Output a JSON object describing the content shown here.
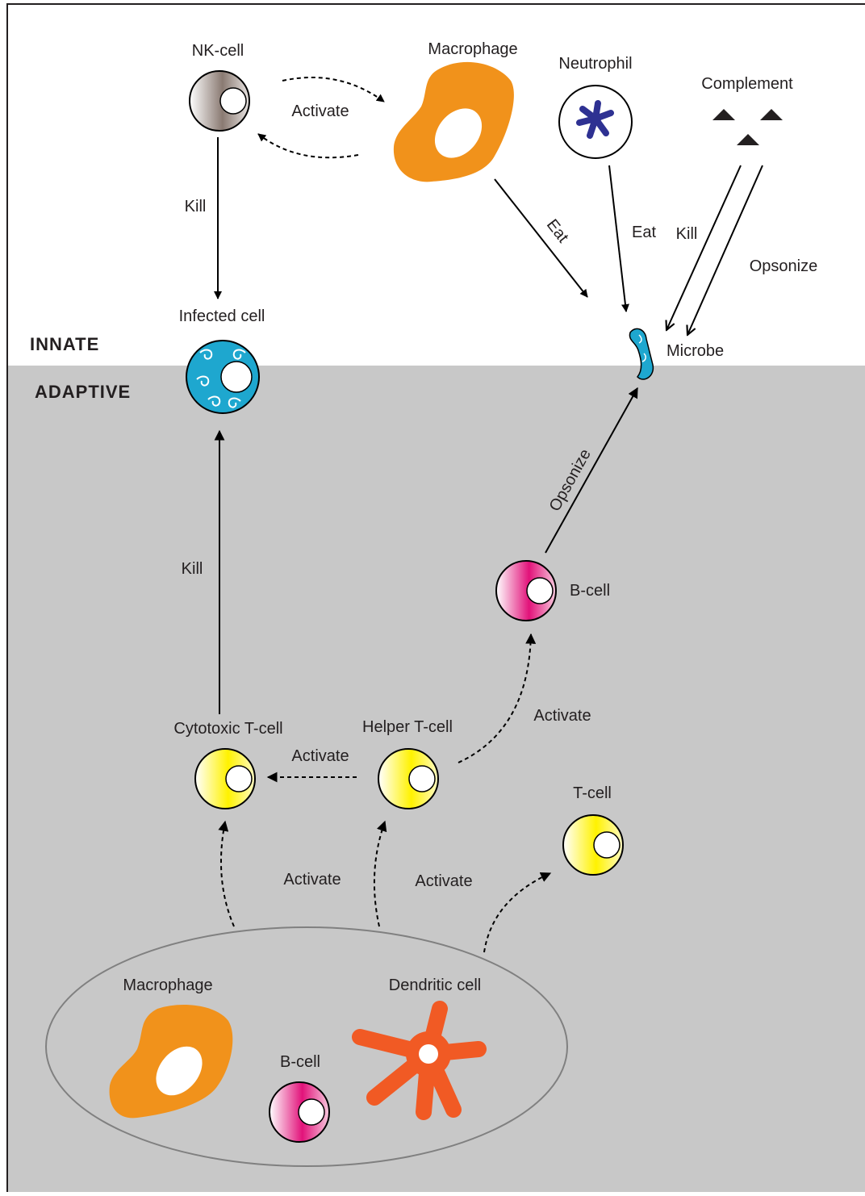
{
  "sections": {
    "innate": "INNATE",
    "adaptive": "ADAPTIVE"
  },
  "colors": {
    "adaptive_bg": "#c8c8c8",
    "macrophage": "#f1921b",
    "dendritic": "#f15a24",
    "infected": "#1ea7cf",
    "neutrophil_nucleus": "#2e3192",
    "bcell": "#e2127a",
    "tcell": "#fff200",
    "nk": "#8a7a72"
  },
  "cells": {
    "nk": "NK-cell",
    "macrophage_top": "Macrophage",
    "neutrophil": "Neutrophil",
    "complement": "Complement",
    "infected": "Infected cell",
    "microbe": "Microbe",
    "bcell": "B-cell",
    "cytotoxic": "Cytotoxic T-cell",
    "helper": "Helper T-cell",
    "tcell": "T-cell",
    "macrophage_bottom": "Macrophage",
    "dendritic": "Dendritic cell",
    "bcell_bottom": "B-cell"
  },
  "edges": {
    "nk_macrophage": "Activate",
    "nk_infected": "Kill",
    "macrophage_microbe": "Eat",
    "neutrophil_microbe": "Eat",
    "complement_kill": "Kill",
    "complement_opsonize": "Opsonize",
    "bcell_microbe": "Opsonize",
    "cytotoxic_infected": "Kill",
    "helper_bcell": "Activate",
    "helper_cytotoxic": "Activate",
    "apc_cytotoxic": "Activate",
    "apc_helper": "Activate"
  }
}
